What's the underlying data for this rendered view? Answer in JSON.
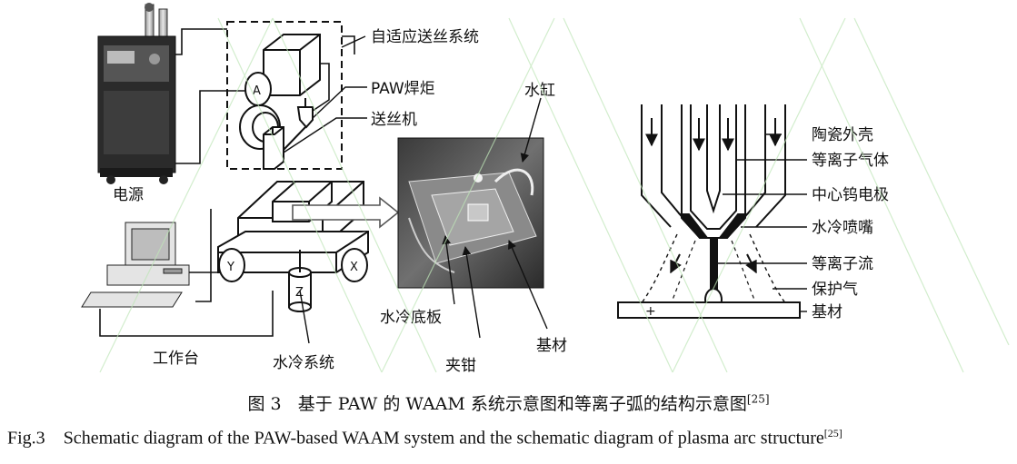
{
  "labels": {
    "wire_feed_system": "自适应送丝系统",
    "paw_torch": "PAW焊炬",
    "wire_feeder": "送丝机",
    "power_supply": "电源",
    "water_tank": "水缸",
    "water_cooled_plate": "水冷底板",
    "worktable": "工作台",
    "water_cooling_system": "水冷系统",
    "clamp": "夹钳",
    "substrate_left": "基材",
    "ceramic_shell": "陶瓷外壳",
    "plasma_gas": "等离子气体",
    "tungsten_electrode": "中心钨电极",
    "water_cooled_nozzle": "水冷喷嘴",
    "plasma_stream": "等离子流",
    "shielding_gas": "保护气",
    "substrate_right": "基材",
    "axis_a": "A",
    "axis_y": "Y",
    "axis_x": "X",
    "axis_z": "Z",
    "plus": "+"
  },
  "caption": {
    "cn_prefix": "图 3",
    "cn_text": "基于 PAW 的 WAAM 系统示意图和等离子弧的结构示意图",
    "cn_ref": "[25]",
    "en_prefix": "Fig.3",
    "en_text": "Schematic diagram of the PAW-based WAAM system and the schematic diagram of plasma arc structure",
    "en_ref": "[25]"
  }
}
